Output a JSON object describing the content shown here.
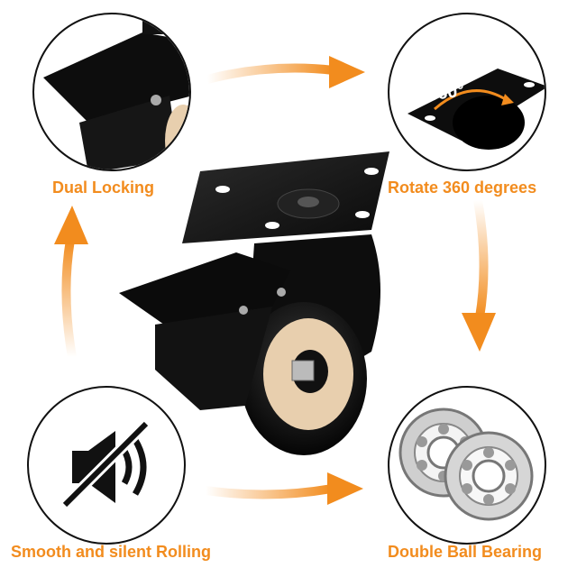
{
  "features": [
    {
      "label": "Dual Locking",
      "icon": "brake-lock-icon"
    },
    {
      "label": "Rotate 360 degrees",
      "icon": "swivel-plate-icon",
      "badge": "360°"
    },
    {
      "label": "Smooth and silent Rolling",
      "icon": "mute-speaker-icon"
    },
    {
      "label": "Double Ball Bearing",
      "icon": "ball-bearing-icon"
    }
  ],
  "colors": {
    "accent": "#f28c1e",
    "product": "#111111",
    "hub": "#e8cfae"
  }
}
